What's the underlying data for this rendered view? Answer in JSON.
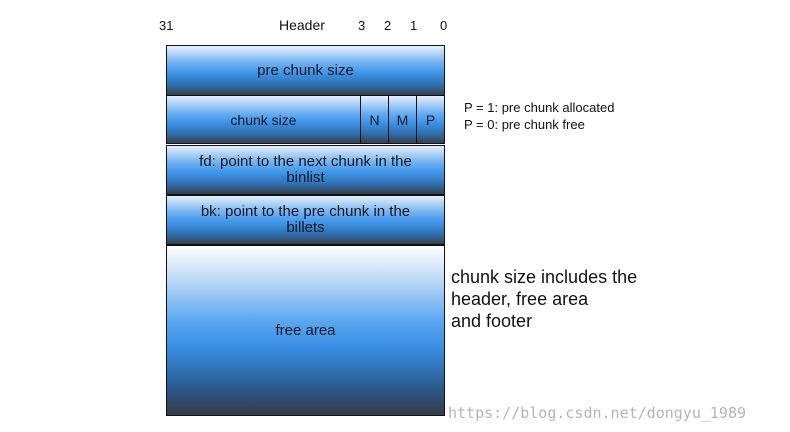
{
  "bits": {
    "high": "31",
    "header": "Header",
    "b3": "3",
    "b2": "2",
    "b1": "1",
    "b0": "0"
  },
  "blocks": {
    "pre_chunk_size": "pre chunk size",
    "chunk_size": "chunk size",
    "flag_n": "N",
    "flag_m": "M",
    "flag_p": "P",
    "fd_line1": "fd: point to the next chunk in the",
    "fd_line2": "binlist",
    "bk_line1": "bk: point to the pre chunk in the",
    "bk_line2": "billets",
    "free_area": "free area"
  },
  "notes": {
    "p1": "P = 1: pre chunk allocated",
    "p0": "P = 0: pre chunk free",
    "size_line1": "chunk size includes the",
    "size_line2": "header, free area",
    "size_line3": "and footer"
  },
  "watermark": "https://blog.csdn.net/dongyu_1989"
}
